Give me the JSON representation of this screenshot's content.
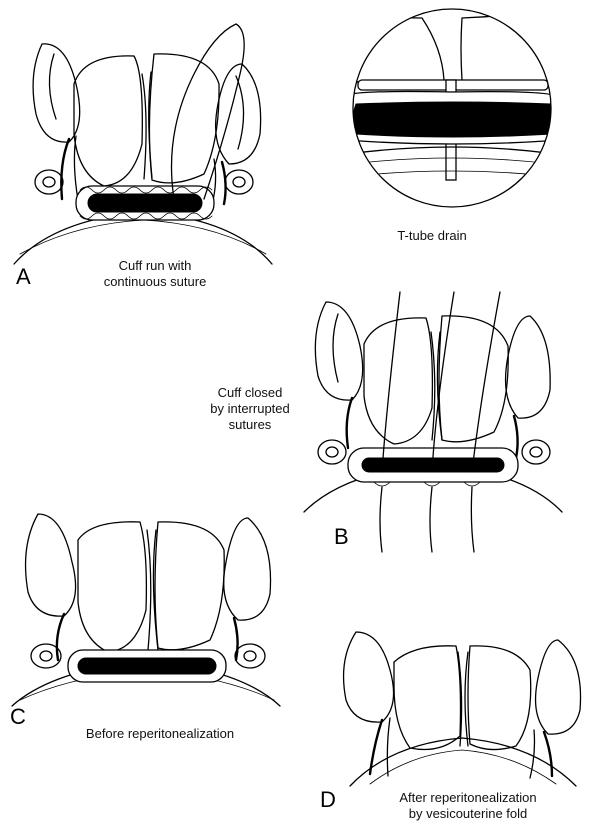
{
  "panels": {
    "a": {
      "letter": "A",
      "caption_line1": "Cuff run with",
      "caption_line2": "continuous suture"
    },
    "inset": {
      "caption": "T-tube drain"
    },
    "b": {
      "letter": "B",
      "caption_line1": "Cuff closed",
      "caption_line2": "by interrupted",
      "caption_line3": "sutures"
    },
    "c": {
      "letter": "C",
      "caption": "Before reperitonealization"
    },
    "d": {
      "letter": "D",
      "caption_line1": "After reperitonealization",
      "caption_line2": "by vesicouterine fold"
    }
  }
}
